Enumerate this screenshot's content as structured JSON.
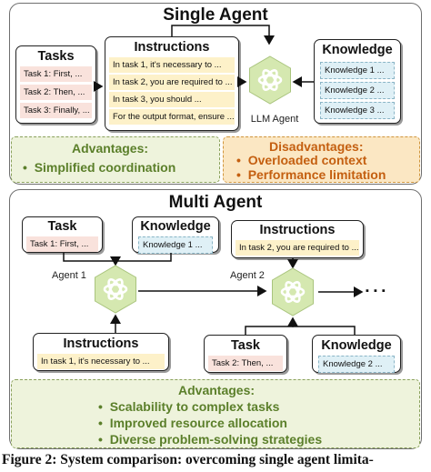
{
  "single": {
    "title": "Single Agent",
    "tasks": {
      "title": "Tasks",
      "items": [
        "Task 1: First, ...",
        "Task 2: Then, ...",
        "Task 3: Finally, ..."
      ]
    },
    "instructions": {
      "title": "Instructions",
      "items": [
        "In task 1, it's necessary to ...",
        "In task 2, you are required to ...",
        "In task 3, you should ...",
        "For the output format, ensure ..."
      ]
    },
    "knowledge": {
      "title": "Knowledge",
      "items": [
        "Knowledge 1 ...",
        "Knowledge 2 ...",
        "Knowledge 3 ..."
      ]
    },
    "agent_label": "LLM Agent",
    "advantages": {
      "title": "Advantages:",
      "items": [
        "Simplified coordination"
      ]
    },
    "disadvantages": {
      "title": "Disadvantages:",
      "items": [
        "Overloaded context",
        "Performance limitation"
      ]
    }
  },
  "multi": {
    "title": "Multi Agent",
    "task1": {
      "title": "Task",
      "item": "Task 1: First, ..."
    },
    "knowledge1": {
      "title": "Knowledge",
      "item": "Knowledge 1 ..."
    },
    "agent1_label": "Agent 1",
    "instructions1": {
      "title": "Instructions",
      "item": "In task 1, it's necessary to ..."
    },
    "instructions2": {
      "title": "Instructions",
      "item": "In task 2, you are required to ..."
    },
    "agent2_label": "Agent 2",
    "task2": {
      "title": "Task",
      "item": "Task 2: Then, ..."
    },
    "knowledge2": {
      "title": "Knowledge",
      "item": "Knowledge 2 ..."
    },
    "ellipsis": "▪ ▪ ▪",
    "advantages": {
      "title": "Advantages:",
      "items": [
        "Scalability to complex tasks",
        "Improved resource allocation",
        "Diverse problem-solving strategies"
      ]
    }
  },
  "caption": "Figure 2: System comparison: overcoming single agent limita-",
  "colors": {
    "agent_green": "#d5e8b0",
    "advantage_green": "#5b7f2a",
    "disadvantage_orange": "#c45f10"
  }
}
